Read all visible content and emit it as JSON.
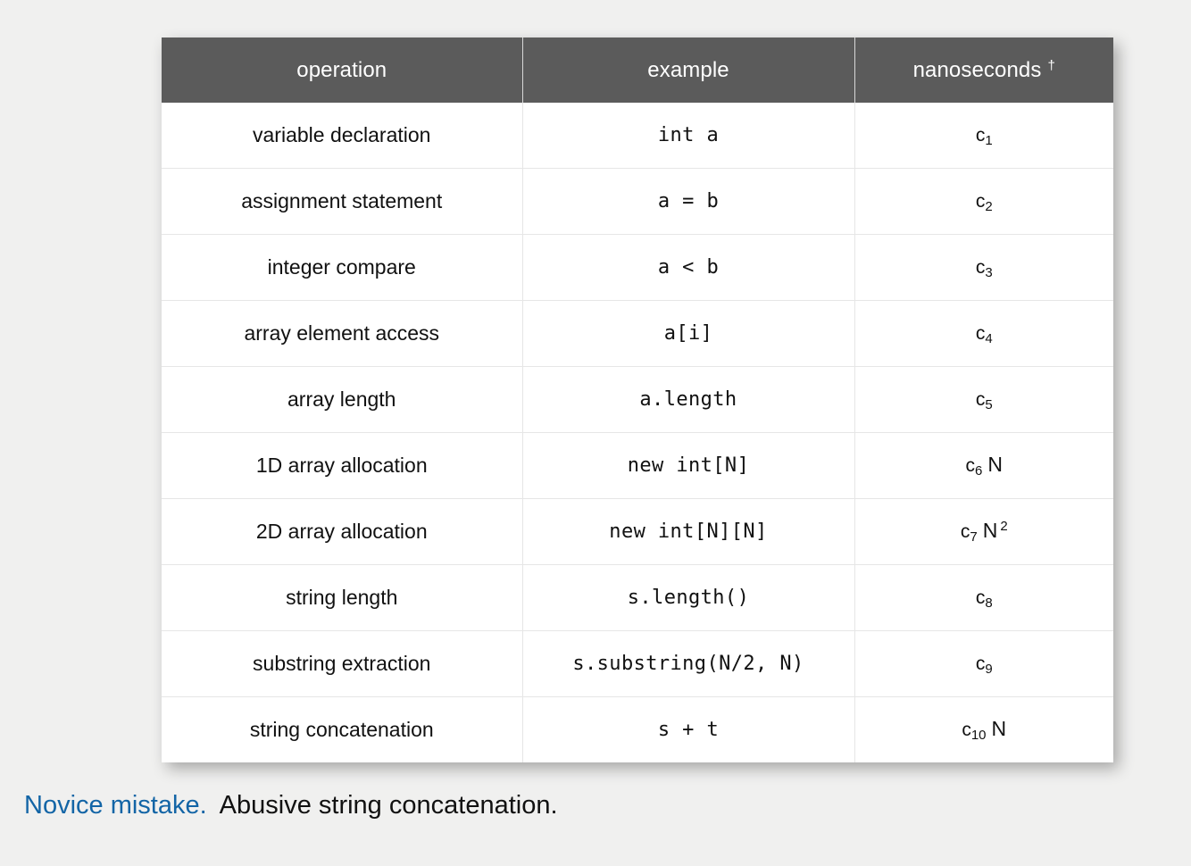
{
  "table": {
    "headers": {
      "operation": "operation",
      "example": "example",
      "nanoseconds": "nanoseconds",
      "nanoseconds_marker": "†"
    },
    "rows": [
      {
        "operation": "variable declaration",
        "example": "int a",
        "cost_symbol": "c",
        "cost_subscript": "1",
        "cost_factor": "",
        "cost_exponent": ""
      },
      {
        "operation": "assignment statement",
        "example": "a = b",
        "cost_symbol": "c",
        "cost_subscript": "2",
        "cost_factor": "",
        "cost_exponent": ""
      },
      {
        "operation": "integer compare",
        "example": "a < b",
        "cost_symbol": "c",
        "cost_subscript": "3",
        "cost_factor": "",
        "cost_exponent": ""
      },
      {
        "operation": "array element access",
        "example": "a[i]",
        "cost_symbol": "c",
        "cost_subscript": "4",
        "cost_factor": "",
        "cost_exponent": ""
      },
      {
        "operation": "array length",
        "example": "a.length",
        "cost_symbol": "c",
        "cost_subscript": "5",
        "cost_factor": "",
        "cost_exponent": ""
      },
      {
        "operation": "1D array allocation",
        "example": "new int[N]",
        "cost_symbol": "c",
        "cost_subscript": "6",
        "cost_factor": "N",
        "cost_exponent": ""
      },
      {
        "operation": "2D array allocation",
        "example": "new int[N][N]",
        "cost_symbol": "c",
        "cost_subscript": "7",
        "cost_factor": "N",
        "cost_exponent": "2"
      },
      {
        "operation": "string length",
        "example": "s.length()",
        "cost_symbol": "c",
        "cost_subscript": "8",
        "cost_factor": "",
        "cost_exponent": ""
      },
      {
        "operation": "substring extraction",
        "example": "s.substring(N/2, N)",
        "cost_symbol": "c",
        "cost_subscript": "9",
        "cost_factor": "",
        "cost_exponent": ""
      },
      {
        "operation": "string concatenation",
        "example": "s + t",
        "cost_symbol": "c",
        "cost_subscript": "10",
        "cost_factor": "N",
        "cost_exponent": ""
      }
    ]
  },
  "caption": {
    "lead": "Novice mistake.",
    "body": "Abusive string concatenation."
  },
  "colors": {
    "page_background": "#f0f0ef",
    "header_background": "#5b5b5b",
    "header_text": "#ffffff",
    "cell_background": "#ffffff",
    "cell_text": "#111111",
    "grid_line": "#e6e6e6",
    "caption_lead": "#1365a6",
    "caption_body": "#111111"
  }
}
